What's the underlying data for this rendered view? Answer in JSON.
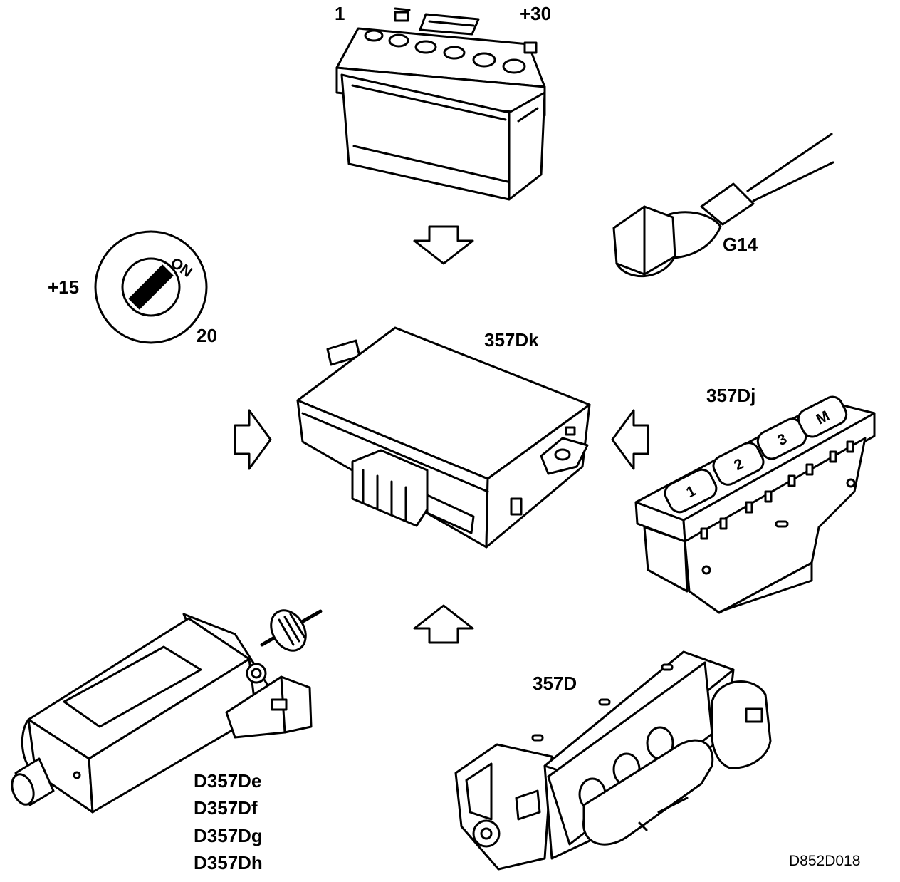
{
  "labels": {
    "battery_negative": "1",
    "battery_positive": "+30",
    "ground_point": "G14",
    "ignition_terminal": "+15",
    "ignition_switch": "20",
    "ignition_on": "ON",
    "control_module": "357Dk",
    "memory_switch": "357Dj",
    "seat_switch": "357D",
    "motor_1": "D357De",
    "motor_2": "D357Df",
    "motor_3": "D357Dg",
    "motor_4": "D357Dh",
    "drawing_ref": "D852D018"
  },
  "memory_buttons": [
    "1",
    "2",
    "3",
    "M"
  ]
}
